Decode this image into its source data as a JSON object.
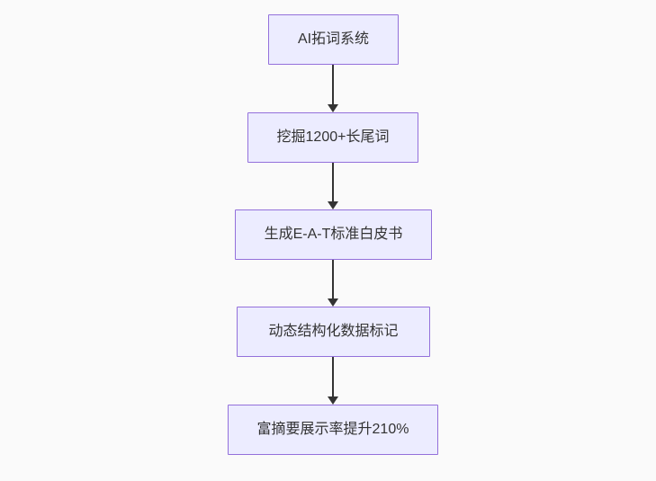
{
  "page": {
    "background_color": "#fafafa"
  },
  "flowchart": {
    "type": "flowchart",
    "direction": "top-down",
    "node_fill_color": "#ececff",
    "node_border_color": "#9370db",
    "text_color": "#333333",
    "arrow_color": "#333333",
    "nodes": [
      {
        "id": "A",
        "label": "AI拓词系统"
      },
      {
        "id": "B",
        "label": "挖掘1200+长尾词"
      },
      {
        "id": "C",
        "label": "生成E-A-T标准白皮书"
      },
      {
        "id": "D",
        "label": "动态结构化数据标记"
      },
      {
        "id": "E",
        "label": "富摘要展示率提升210%"
      }
    ],
    "edges": [
      {
        "from": "A",
        "to": "B"
      },
      {
        "from": "B",
        "to": "C"
      },
      {
        "from": "C",
        "to": "D"
      },
      {
        "from": "D",
        "to": "E"
      }
    ]
  }
}
